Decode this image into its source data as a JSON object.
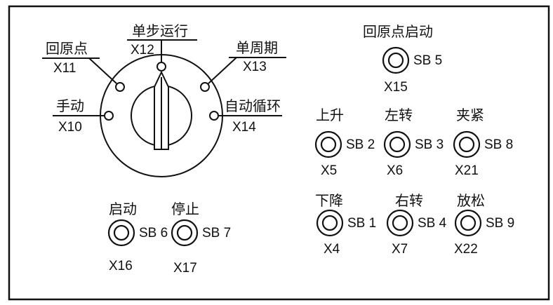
{
  "selector": {
    "positions": [
      {
        "label": "单步运行",
        "input": "X12"
      },
      {
        "label": "回原点",
        "input": "X11"
      },
      {
        "label": "单周期",
        "input": "X13"
      },
      {
        "label": "手动",
        "input": "X10"
      },
      {
        "label": "自动循环",
        "input": "X14"
      }
    ]
  },
  "buttons": {
    "home_start": {
      "label": "回原点启动",
      "id": "SB 5",
      "input": "X15"
    },
    "start": {
      "label": "启动",
      "id": "SB 6",
      "input": "X16"
    },
    "stop": {
      "label": "停止",
      "id": "SB 7",
      "input": "X17"
    },
    "up": {
      "label": "上升",
      "id": "SB 2",
      "input": "X5"
    },
    "left_turn": {
      "label": "左转",
      "id": "SB 3",
      "input": "X6"
    },
    "clamp": {
      "label": "夹紧",
      "id": "SB 8",
      "input": "X21"
    },
    "down": {
      "label": "下降",
      "id": "SB 1",
      "input": "X4"
    },
    "right_turn": {
      "label": "右转",
      "id": "SB 4",
      "input": "X7"
    },
    "release": {
      "label": "放松",
      "id": "SB 9",
      "input": "X22"
    }
  }
}
